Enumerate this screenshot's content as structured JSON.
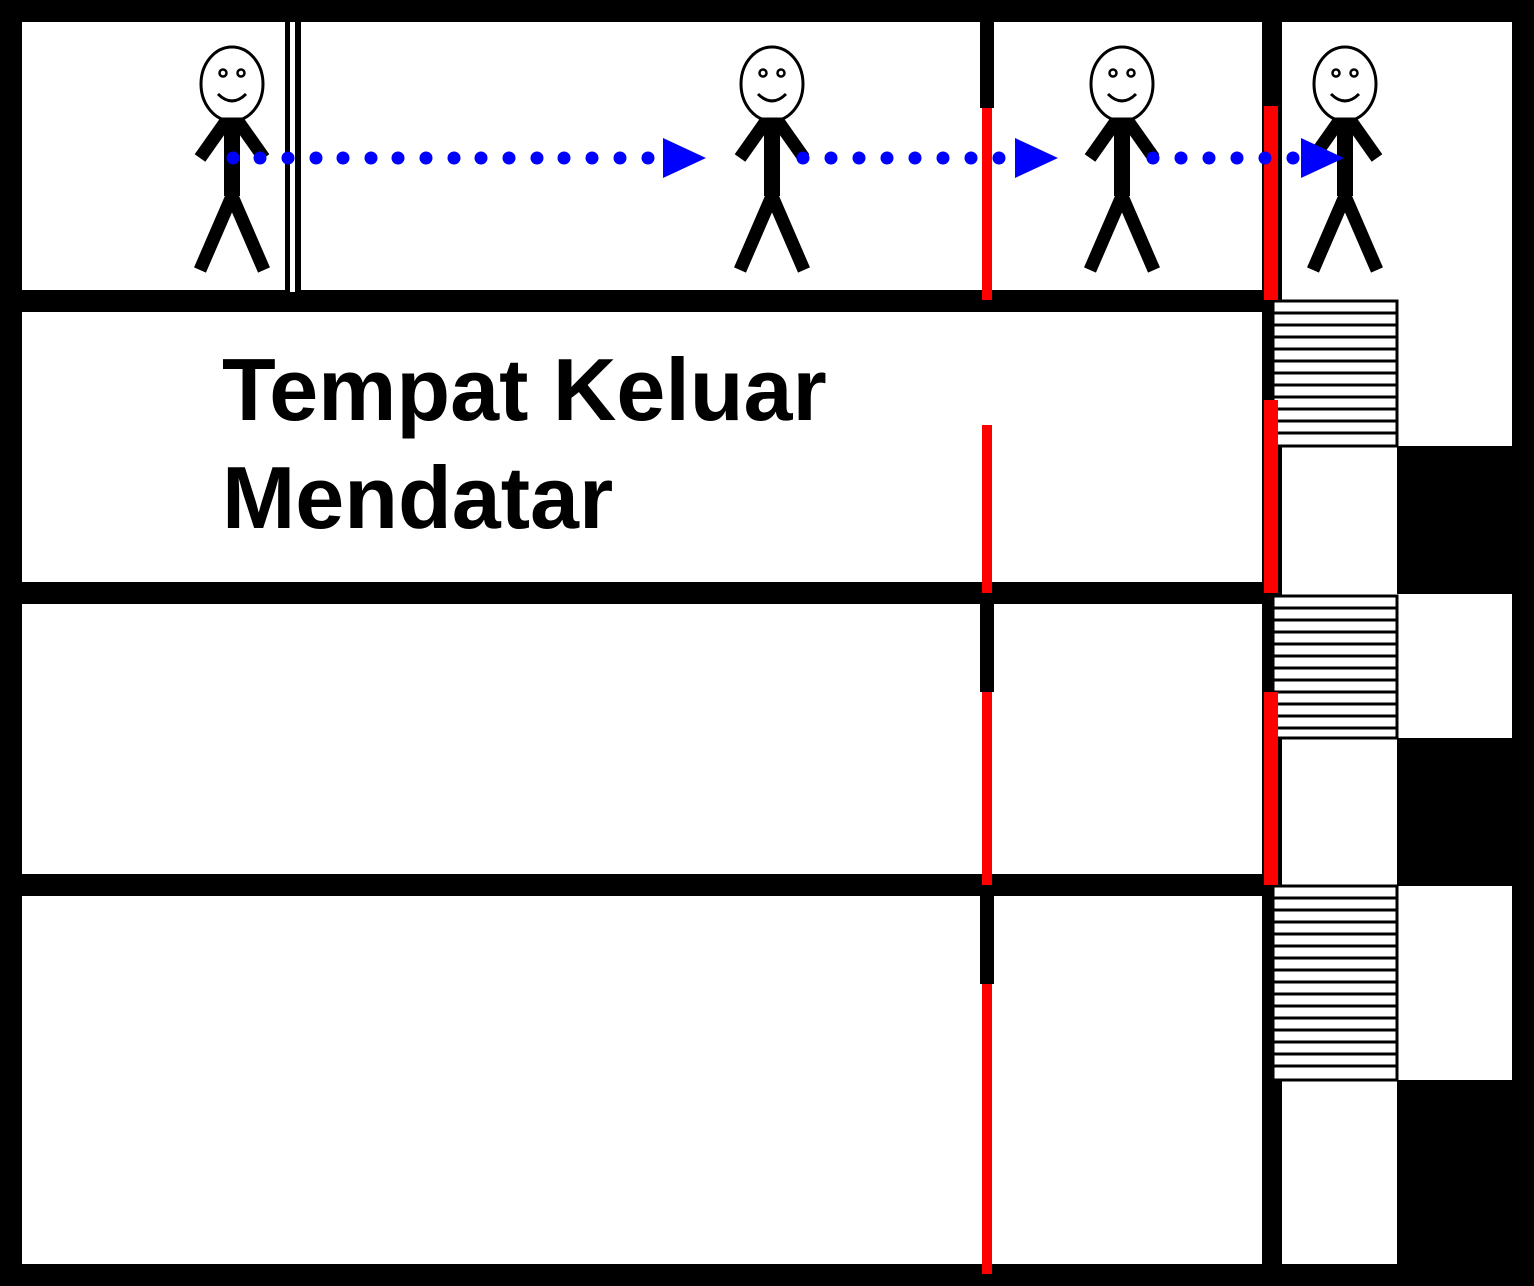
{
  "diagram": {
    "title_line1": "Tempat Keluar",
    "title_line2": "Mendatar",
    "colors": {
      "wall": "#000000",
      "background": "#ffffff",
      "fire_barrier": "#ff0000",
      "path": "#0000ff"
    },
    "floor_count": 4,
    "people_count": 4,
    "icons": [
      "person-icon",
      "arrow-right-icon",
      "staircase-icon"
    ]
  }
}
